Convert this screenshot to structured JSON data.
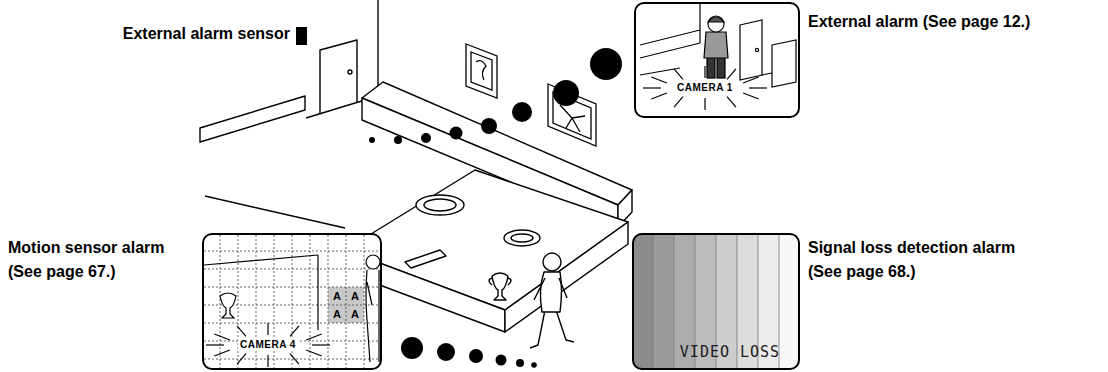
{
  "diagram": {
    "nodes": [
      {
        "text": [
          "CAMERA 1"
        ]
      },
      {
        "text": [
          "CAMERA 4",
          "A",
          "A",
          "A",
          "A"
        ]
      },
      {
        "text": [
          "VIDEO LOSS"
        ]
      }
    ],
    "labels": [
      "External alarm sensor",
      "External alarm (See page 12.)",
      "Motion sensor alarm (See page 67.)",
      "Signal loss detection alarm (See page 68.)"
    ]
  }
}
